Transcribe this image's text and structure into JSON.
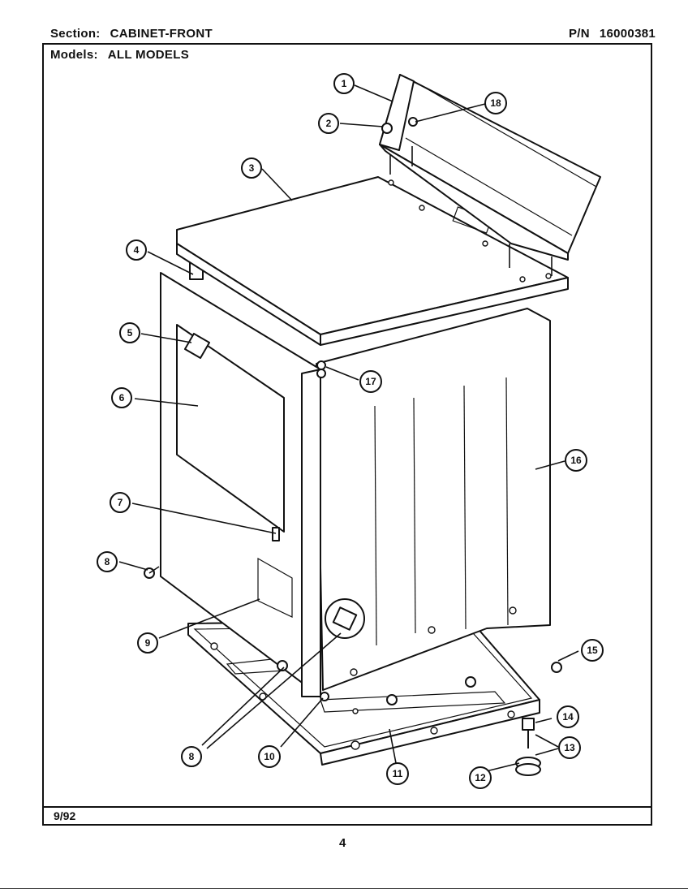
{
  "header": {
    "section_label": "Section:",
    "section_value": "CABINET-FRONT",
    "pn_label": "P/N",
    "pn_value": "16000381",
    "models_label": "Models:",
    "models_value": "ALL MODELS"
  },
  "footer": {
    "date": "9/92",
    "page_number": "4"
  },
  "callouts": [
    "1",
    "2",
    "3",
    "4",
    "5",
    "6",
    "7",
    "8",
    "8",
    "9",
    "10",
    "11",
    "12",
    "13",
    "14",
    "15",
    "16",
    "17",
    "18"
  ]
}
